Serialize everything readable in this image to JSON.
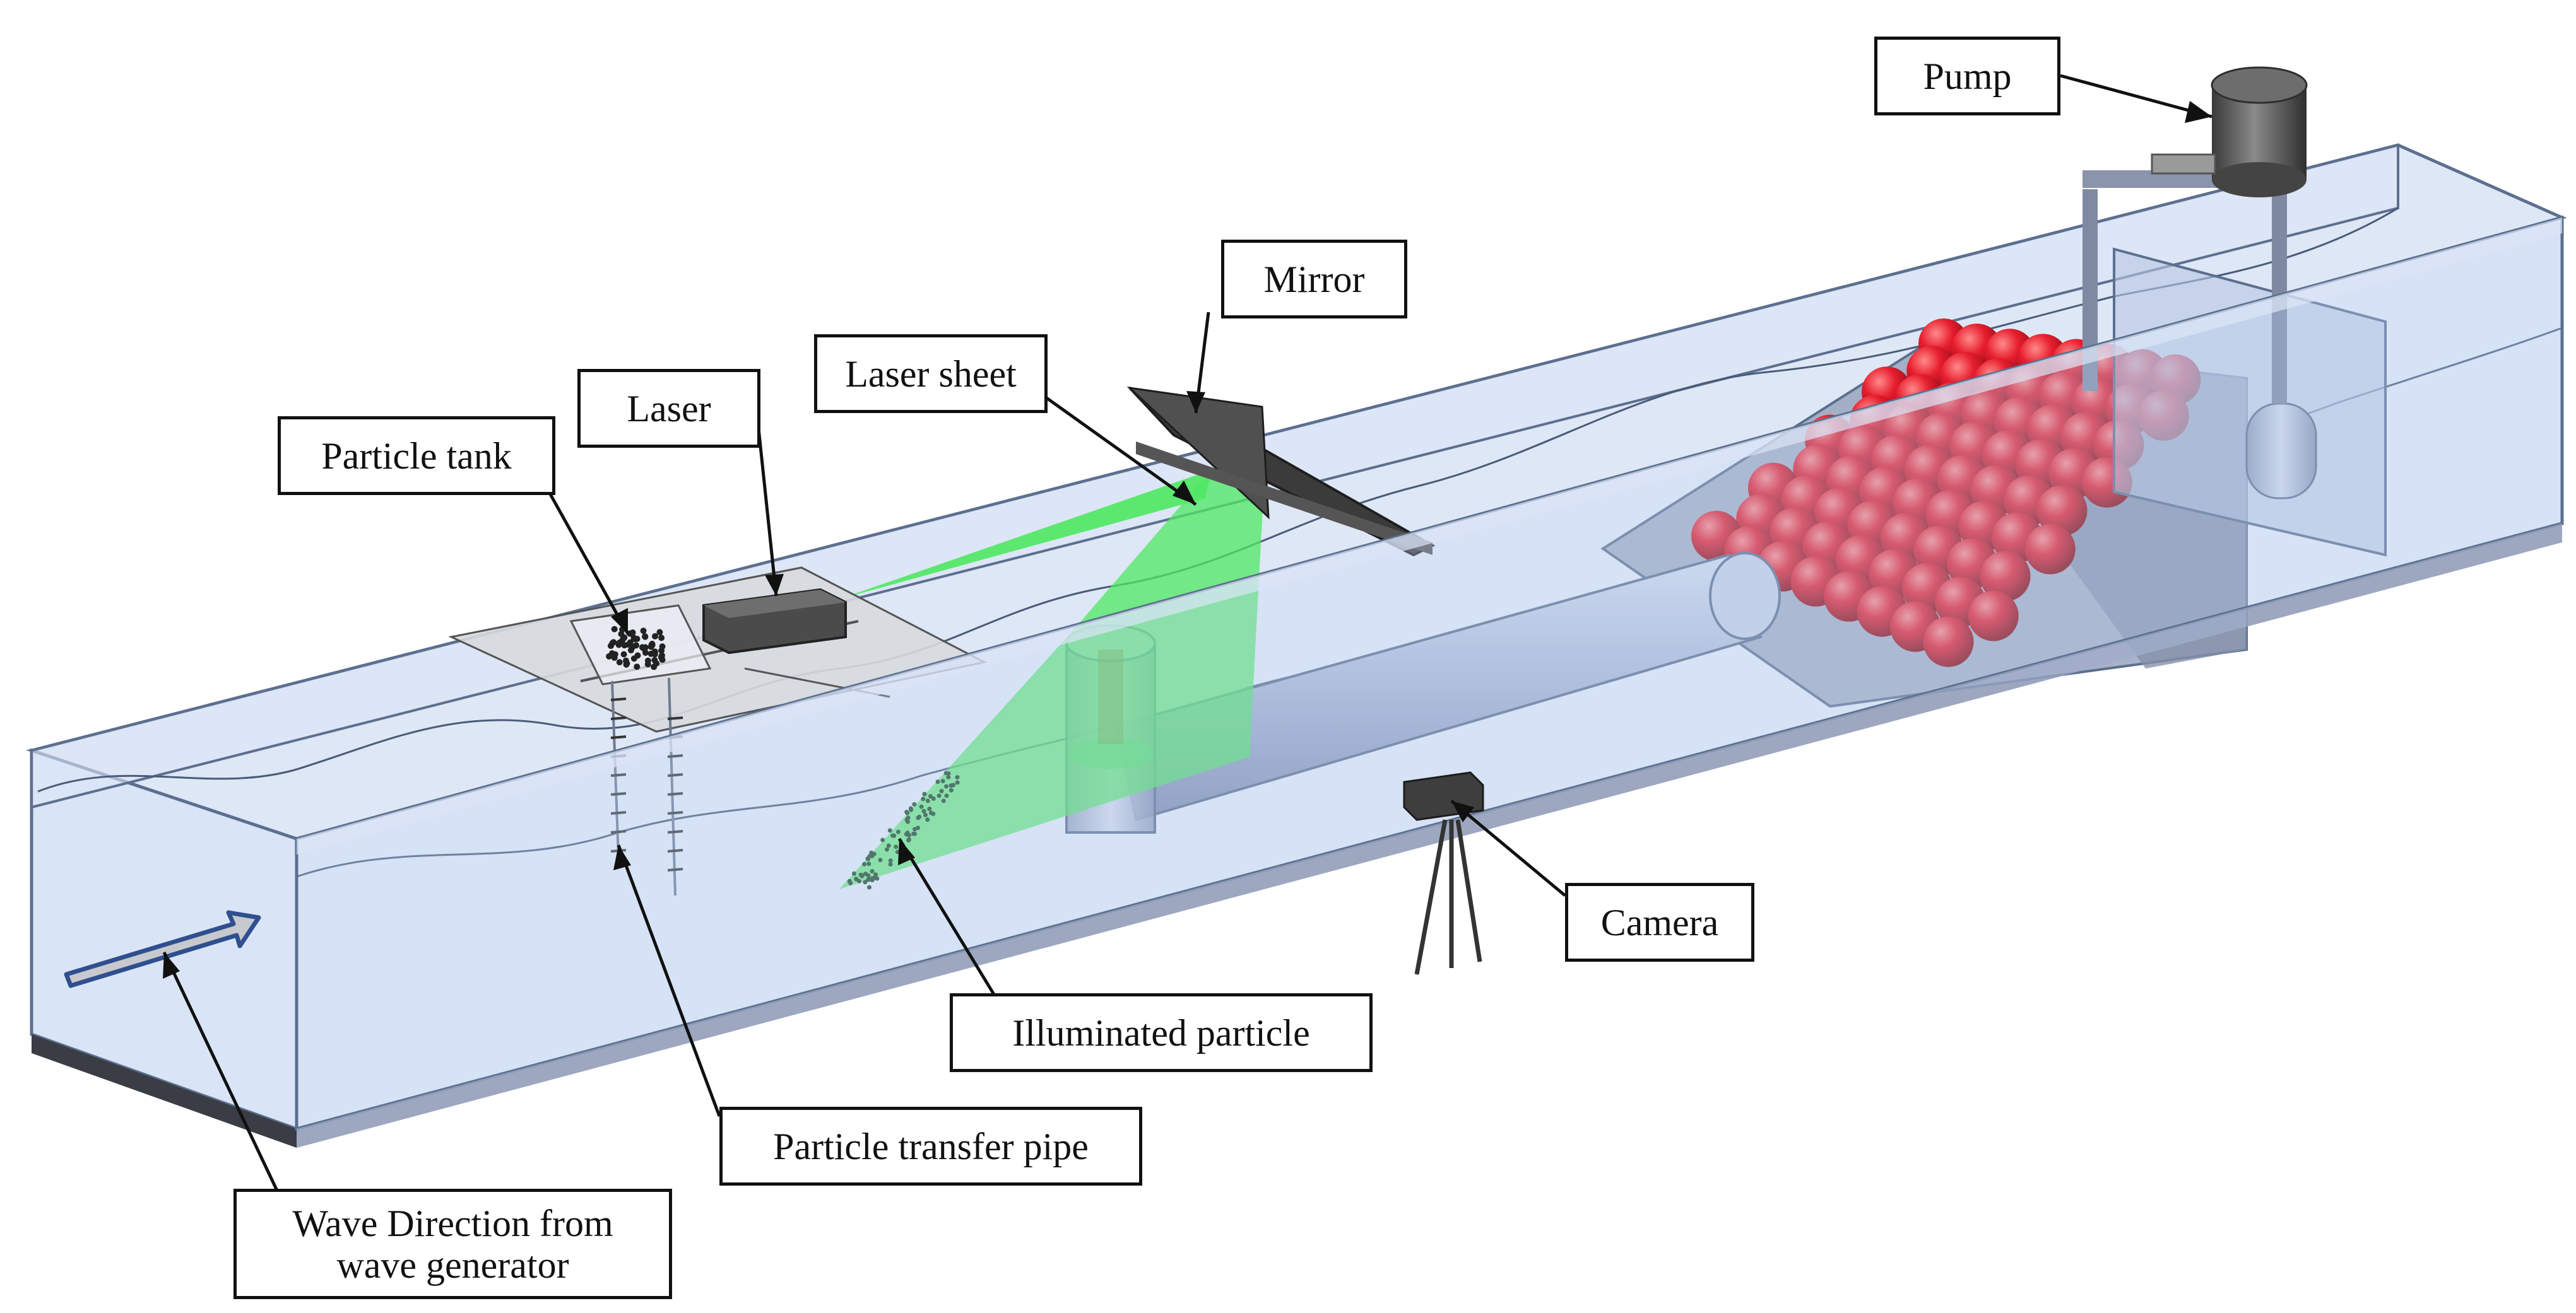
{
  "labels": {
    "pump": "Pump",
    "mirror": "Mirror",
    "laser_sheet": "Laser sheet",
    "laser": "Laser",
    "particle_tank": "Particle tank",
    "camera": "Camera",
    "illuminated_particle": "Illuminated particle",
    "particle_transfer_pipe": "Particle transfer pipe",
    "wave_direction_line1": "Wave Direction from",
    "wave_direction_line2": "wave generator"
  },
  "colors": {
    "water": "#c9daf3",
    "flume_edge": "#5c6f8f",
    "laser_green": "#4ee861",
    "armour_units": "#e81e2e",
    "pipe": "#aab8d6",
    "floor": "#3a3d44",
    "dark_equipment": "#4a4a4a",
    "arrow": "#2f4f8f"
  },
  "icons": {
    "wave_arrow": "arrow-right-icon",
    "camera": "camera-tripod-icon",
    "pump": "pump-cylinder-icon",
    "laser": "laser-box-icon",
    "mirror": "mirror-panel-icon"
  }
}
